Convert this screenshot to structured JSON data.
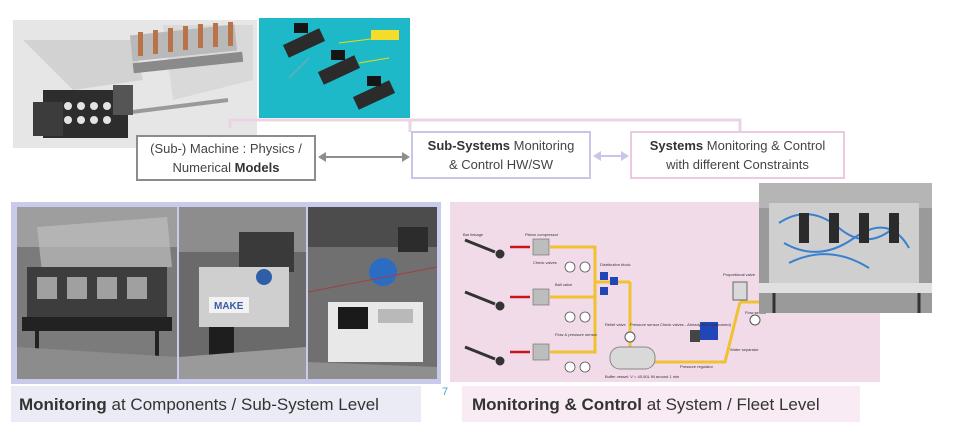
{
  "boxes": {
    "models": {
      "pre": "(Sub-) Machine : Physics /",
      "line2_pre": "Numerical ",
      "line2_bold": "Models"
    },
    "subsystems": {
      "bold": "Sub-Systems",
      "line1_rest": " Monitoring",
      "line2": "& Control HW/SW"
    },
    "systems": {
      "bold": "Systems",
      "line1_rest": " Monitoring & Control",
      "line2": "with different Constraints"
    }
  },
  "captions": {
    "left": {
      "bold": "Monitoring",
      "rest": " at Components / Sub-System Level"
    },
    "right": {
      "bold": "Monitoring & Control",
      "rest": " at System / Fleet Level"
    }
  },
  "page_number": "7",
  "photos": {
    "cad_machine": "cad-render-machine",
    "cad_actuators": "cad-render-actuators",
    "test_bench_1": "test-bench-photo",
    "test_bench_2": "make-test-rig-photo",
    "test_bench_3": "motor-test-rig-photo",
    "fleet_rig": "pneumatic-fleet-rig-photo"
  },
  "schematic_labels": {
    "bar_linkage": "Bar linkage",
    "piston_compressor": "Piston compressor",
    "check_valves": "Check valves",
    "ball_valve": "Ball valve",
    "distribution_block": "Distribution block",
    "flow_pressure_sensor": "Flow & pressure sensor",
    "relief_valve": "Relief valve",
    "pressure_sensor": "Pressure sensor",
    "check_valves_already": "Check valves - Already there (assumed)",
    "pressure_regulator": "Pressure regulator",
    "proportional_valve": "Proportional valve",
    "flow_sensor": "Flow sensor",
    "water_separator": "Water separator",
    "buffer_vessel": "Buffer vessel: V = 40-50L fill around 1 min"
  },
  "colors": {
    "box_models_border": "#8c8c8c",
    "box_subsystems_border": "#c8c6e8",
    "box_systems_border": "#ecc9df",
    "left_panel_bg": "#c9cbea",
    "right_panel_bg": "#f2dbe9",
    "cad_teal": "#1db9c8",
    "page_number": "#4aa7c7"
  }
}
